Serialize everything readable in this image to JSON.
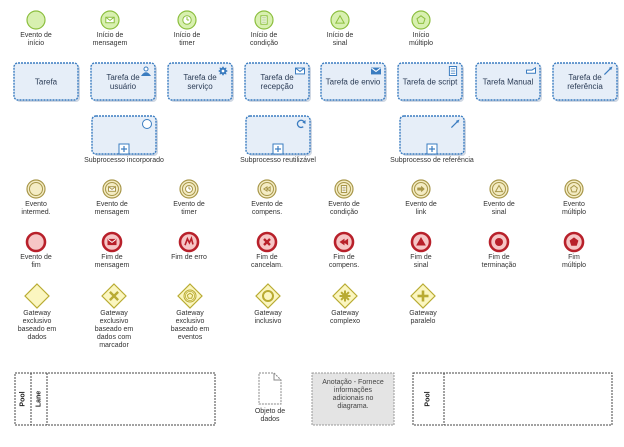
{
  "colors": {
    "task_fill": "#e6eef8",
    "task_stroke": "#3a7cc0",
    "start_fill": "#d8f0b0",
    "start_stroke": "#8cbf3f",
    "inter_fill": "#f4ecc4",
    "inter_stroke": "#a8974a",
    "end_fill": "#f6c6c6",
    "end_stroke": "#b8202a",
    "gateway_fill": "#fbf6c0",
    "gateway_stroke": "#b9ab32"
  },
  "start_events": [
    {
      "label": "Evento de\ninício",
      "icon": "none"
    },
    {
      "label": "Início de\nmensagem",
      "icon": "envelope"
    },
    {
      "label": "Início de\ntimer",
      "icon": "clock"
    },
    {
      "label": "Início de\ncondição",
      "icon": "document"
    },
    {
      "label": "Início de\nsinal",
      "icon": "triangle"
    },
    {
      "label": "Início\nmúltiplo",
      "icon": "pentagon"
    }
  ],
  "tasks": [
    {
      "label": "Tarefa",
      "icon": "none"
    },
    {
      "label": "Tarefa de\nusuário",
      "icon": "user"
    },
    {
      "label": "Tarefa de\nserviço",
      "icon": "gear"
    },
    {
      "label": "Tarefa de\nrecepção",
      "icon": "envelope"
    },
    {
      "label": "Tarefa de envio",
      "icon": "envelope-filled"
    },
    {
      "label": "Tarefa de script",
      "icon": "script"
    },
    {
      "label": "Tarefa Manual",
      "icon": "hand"
    },
    {
      "label": "Tarefa de\nreferência",
      "icon": "arrow"
    }
  ],
  "subprocesses": [
    {
      "label": "Subprocesso incorporado",
      "icon": "circle"
    },
    {
      "label": "Subprocesso reutilizável",
      "icon": "cycle"
    },
    {
      "label": "Subprocesso de referência",
      "icon": "arrow"
    }
  ],
  "intermediate_events": [
    {
      "label": "Evento\nintermed.",
      "icon": "none"
    },
    {
      "label": "Evento de\nmensagem",
      "icon": "envelope"
    },
    {
      "label": "Evento de\ntimer",
      "icon": "clock"
    },
    {
      "label": "Evento de\ncompens.",
      "icon": "rewind"
    },
    {
      "label": "Evento de\ncondição",
      "icon": "document"
    },
    {
      "label": "Evento de\nlink",
      "icon": "arrow-right"
    },
    {
      "label": "Evento de\nsinal",
      "icon": "triangle"
    },
    {
      "label": "Evento\nmúltiplo",
      "icon": "pentagon"
    }
  ],
  "end_events": [
    {
      "label": "Evento de\nfim",
      "icon": "none"
    },
    {
      "label": "Fim de\nmensagem",
      "icon": "envelope-filled"
    },
    {
      "label": "Fim de erro",
      "icon": "lightning"
    },
    {
      "label": "Fim de\ncancelam.",
      "icon": "x"
    },
    {
      "label": "Fim de\ncompens.",
      "icon": "rewind-filled"
    },
    {
      "label": "Fim de\nsinal",
      "icon": "triangle-filled"
    },
    {
      "label": "Fim de\nterminação",
      "icon": "dot"
    },
    {
      "label": "Fim\nmúltiplo",
      "icon": "pentagon-filled"
    }
  ],
  "gateways": [
    {
      "label": "Gateway\nexclusivo\nbaseado em\ndados",
      "icon": "none"
    },
    {
      "label": "Gateway\nexclusivo\nbaseado em\ndados com\nmarcador",
      "icon": "x"
    },
    {
      "label": "Gateway\nexclusivo\nbaseado em\neventos",
      "icon": "pentagon-ring"
    },
    {
      "label": "Gateway\ninclusivo",
      "icon": "circle"
    },
    {
      "label": "Gateway\ncomplexo",
      "icon": "asterisk"
    },
    {
      "label": "Gateway\nparalelo",
      "icon": "plus"
    }
  ],
  "pool_with_lane": {
    "pool_label": "Pool",
    "lane_label": "Lane"
  },
  "data_object": {
    "label": "Objeto de\ndados"
  },
  "annotation": {
    "text": "Anotação - Fornece\ninformações\nadicionais no\ndiagrama."
  },
  "pool_simple": {
    "pool_label": "Pool"
  }
}
